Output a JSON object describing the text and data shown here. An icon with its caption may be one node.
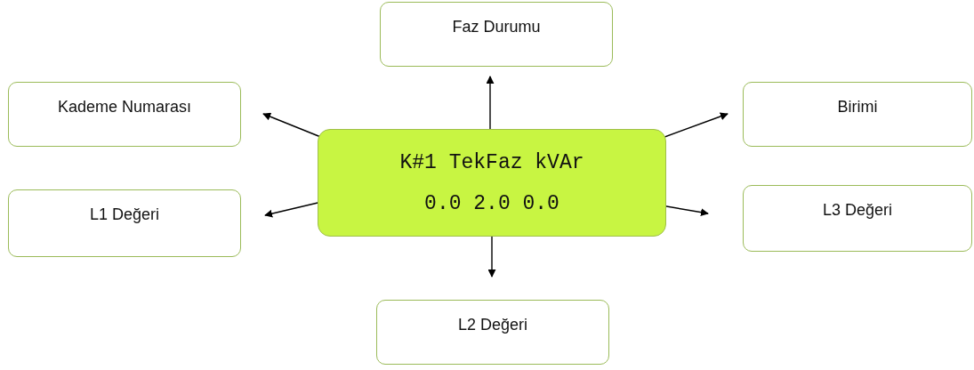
{
  "diagram": {
    "nodes": [
      {
        "text": [
          "Faz Durumu"
        ]
      },
      {
        "text": [
          "Kademe Numarası"
        ]
      },
      {
        "text": [
          "Birimi"
        ]
      },
      {
        "text": [
          "K#1 TekFaz kVAr",
          "0.0 2.0 0.0"
        ]
      },
      {
        "text": [
          "L1 Değeri"
        ]
      },
      {
        "text": [
          "L3 Değeri"
        ]
      },
      {
        "text": [
          "L2 Değeri"
        ]
      }
    ],
    "edges": [
      {
        "from": 3,
        "to": 0,
        "arrow": "to"
      },
      {
        "from": 3,
        "to": 1,
        "arrow": "to"
      },
      {
        "from": 3,
        "to": 2,
        "arrow": "to"
      },
      {
        "from": 3,
        "to": 4,
        "arrow": "to"
      },
      {
        "from": 3,
        "to": 5,
        "arrow": "to"
      },
      {
        "from": 3,
        "to": 6,
        "arrow": "to"
      }
    ]
  }
}
